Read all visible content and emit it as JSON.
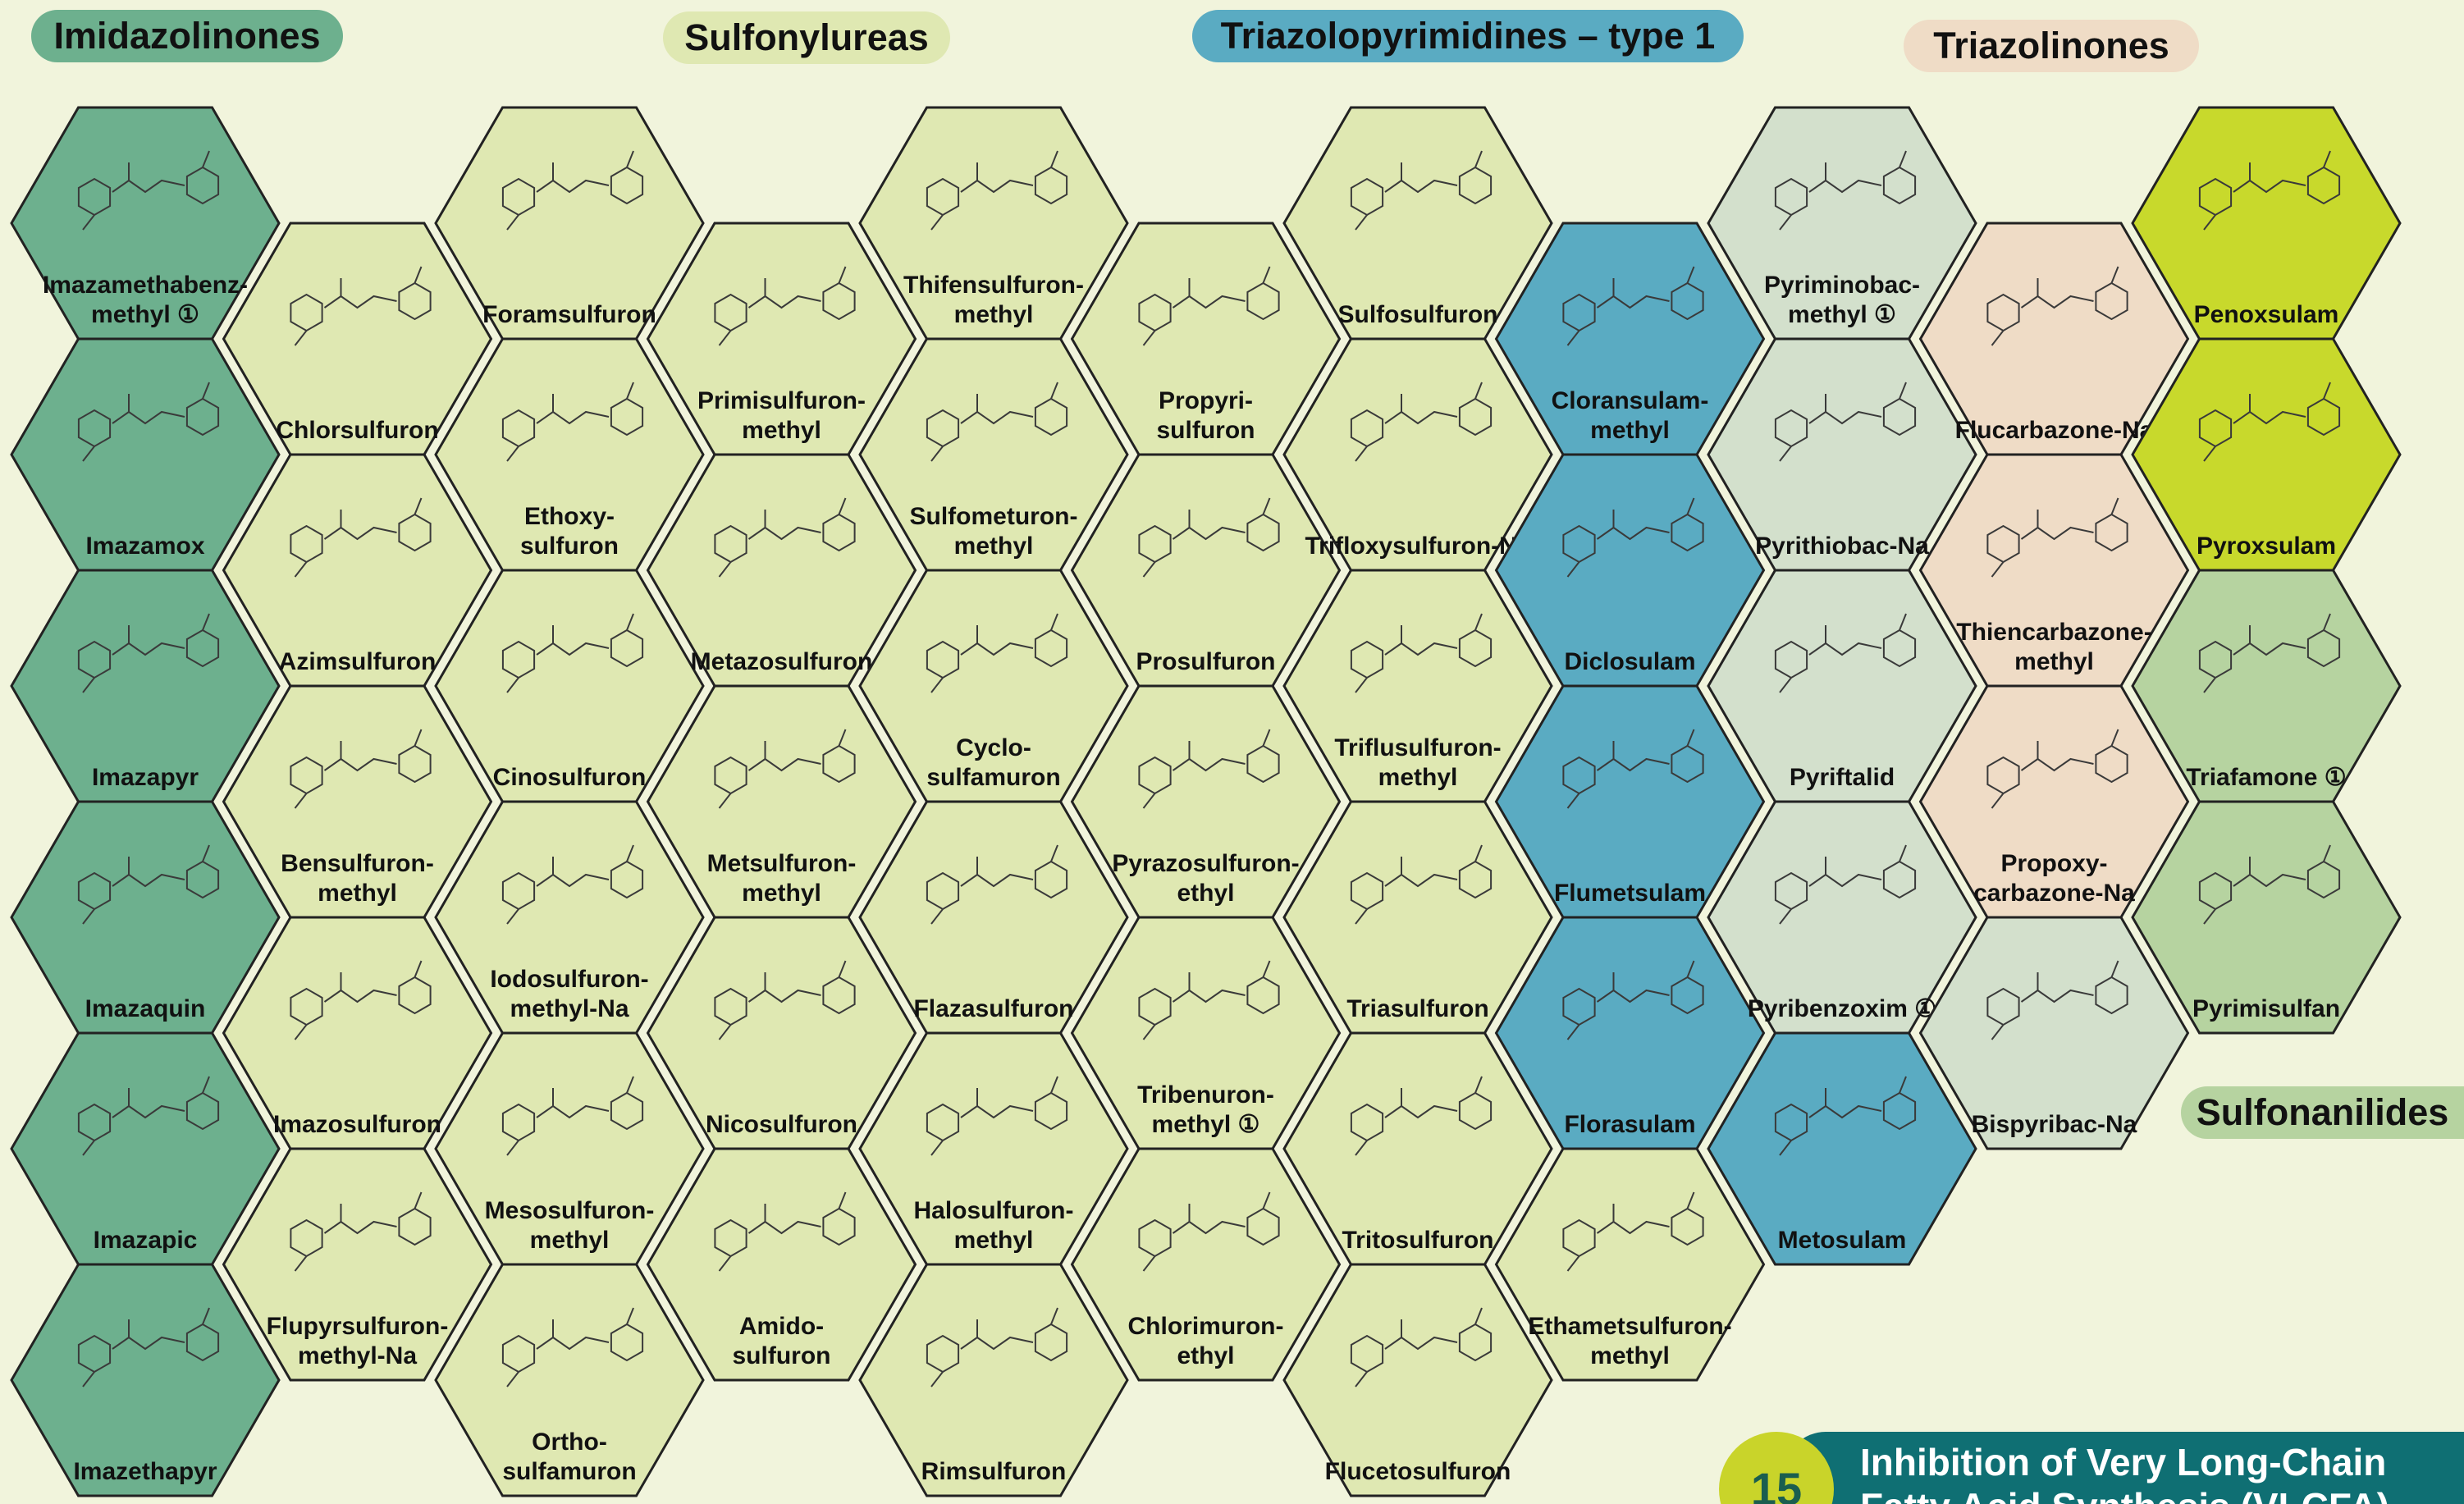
{
  "colors": {
    "background": "#f1f4dc",
    "imidazolinones": "#6db08e",
    "sulfonylureas": "#dfe8b2",
    "triazolopyrimidines": "#5aabc2",
    "pyrimidinyl": "#d3e0cc",
    "triazolinones": "#efdcc6",
    "bright": "#c8d92c",
    "sulfonanilides": "#b6d3a0",
    "outline": "#222222",
    "structure": "#3a3a3a"
  },
  "group_labels": {
    "imidazolinones": "Imidazolinones",
    "sulfonylureas": "Sulfonylureas",
    "triazolopyrimidines": "Triazolopyrimidines – type 1",
    "triazolinones": "Triazolinones",
    "sulfonanilides": "Sulfonanilides"
  },
  "note_marker": "①",
  "columns": [
    {
      "group": "imidazolinones",
      "cells": [
        {
          "name": [
            "Imazamethabenz-",
            "methyl ①"
          ]
        },
        {
          "name": [
            "Imazamox"
          ]
        },
        {
          "name": [
            "Imazapyr"
          ]
        },
        {
          "name": [
            "Imazaquin"
          ]
        },
        {
          "name": [
            "Imazapic"
          ]
        },
        {
          "name": [
            "Imazethapyr"
          ]
        }
      ]
    },
    {
      "group": "sulfonylureas",
      "cells": [
        {
          "name": [
            "Chlorsulfuron"
          ]
        },
        {
          "name": [
            "Azimsulfuron"
          ]
        },
        {
          "name": [
            "Bensulfuron-",
            "methyl"
          ]
        },
        {
          "name": [
            "Imazosulfuron"
          ]
        },
        {
          "name": [
            "Flupyrsulfuron-",
            "methyl-Na"
          ]
        }
      ]
    },
    {
      "group": "sulfonylureas",
      "cells": [
        {
          "name": [
            "Foramsulfuron"
          ]
        },
        {
          "name": [
            "Ethoxy-",
            "sulfuron"
          ]
        },
        {
          "name": [
            "Cinosulfuron"
          ]
        },
        {
          "name": [
            "Iodosulfuron-",
            "methyl-Na"
          ]
        },
        {
          "name": [
            "Mesosulfuron-",
            "methyl"
          ]
        },
        {
          "name": [
            "Ortho-",
            "sulfamuron"
          ]
        }
      ]
    },
    {
      "group": "sulfonylureas",
      "cells": [
        {
          "name": [
            "Primisulfuron-",
            "methyl"
          ]
        },
        {
          "name": [
            "Metazosulfuron"
          ]
        },
        {
          "name": [
            "Metsulfuron-",
            "methyl"
          ]
        },
        {
          "name": [
            "Nicosulfuron"
          ]
        },
        {
          "name": [
            "Amido-",
            "sulfuron"
          ]
        }
      ]
    },
    {
      "group": "sulfonylureas",
      "cells": [
        {
          "name": [
            "Thifensulfuron-",
            "methyl"
          ]
        },
        {
          "name": [
            "Sulfometuron-",
            "methyl"
          ]
        },
        {
          "name": [
            "Cyclo-",
            "sulfamuron"
          ]
        },
        {
          "name": [
            "Flazasulfuron"
          ]
        },
        {
          "name": [
            "Halosulfuron-",
            "methyl"
          ]
        },
        {
          "name": [
            "Rimsulfuron"
          ]
        }
      ]
    },
    {
      "group": "sulfonylureas",
      "cells": [
        {
          "name": [
            "Propyri-",
            "sulfuron"
          ]
        },
        {
          "name": [
            "Prosulfuron"
          ]
        },
        {
          "name": [
            "Pyrazosulfuron-",
            "ethyl"
          ]
        },
        {
          "name": [
            "Tribenuron-",
            "methyl ①"
          ]
        },
        {
          "name": [
            "Chlorimuron-",
            "ethyl"
          ]
        }
      ]
    },
    {
      "group": "sulfonylureas",
      "cells": [
        {
          "name": [
            "Sulfosulfuron"
          ]
        },
        {
          "name": [
            "Trifloxysulfuron-Na"
          ]
        },
        {
          "name": [
            "Triflusulfuron-",
            "methyl"
          ]
        },
        {
          "name": [
            "Triasulfuron"
          ]
        },
        {
          "name": [
            "Tritosulfuron"
          ]
        },
        {
          "name": [
            "Flucetosulfuron"
          ]
        }
      ]
    },
    {
      "group": "mixed7",
      "cells": [
        {
          "name": [
            "Cloransulam-",
            "methyl"
          ],
          "color": "triazolopyrimidines"
        },
        {
          "name": [
            "Diclosulam"
          ],
          "color": "triazolopyrimidines"
        },
        {
          "name": [
            "Flumetsulam"
          ],
          "color": "triazolopyrimidines"
        },
        {
          "name": [
            "Florasulam"
          ],
          "color": "triazolopyrimidines"
        },
        {
          "name": [
            "Ethametsulfuron-",
            "methyl"
          ],
          "color": "sulfonylureas"
        }
      ]
    },
    {
      "group": "mixed8",
      "cells": [
        {
          "name": [
            "Pyriminobac-",
            "methyl ①"
          ],
          "color": "pyrimidinyl"
        },
        {
          "name": [
            "Pyrithiobac-Na"
          ],
          "color": "pyrimidinyl"
        },
        {
          "name": [
            "Pyriftalid"
          ],
          "color": "pyrimidinyl"
        },
        {
          "name": [
            "Pyribenzoxim ①"
          ],
          "color": "pyrimidinyl"
        },
        {
          "name": [
            "Metosulam"
          ],
          "color": "triazolopyrimidines"
        }
      ]
    },
    {
      "group": "mixed9",
      "cells": [
        {
          "name": [
            "Flucarbazone-Na"
          ],
          "color": "triazolinones"
        },
        {
          "name": [
            "Thiencarbazone-",
            "methyl"
          ],
          "color": "triazolinones"
        },
        {
          "name": [
            "Propoxy-",
            "carbazone-Na"
          ],
          "color": "triazolinones"
        },
        {
          "name": [
            "Bispyribac-Na"
          ],
          "color": "pyrimidinyl"
        }
      ]
    },
    {
      "group": "mixed10",
      "cells": [
        {
          "name": [
            "Penoxsulam"
          ],
          "color": "bright"
        },
        {
          "name": [
            "Pyroxsulam"
          ],
          "color": "bright"
        },
        {
          "name": [
            "Triafamone ①"
          ],
          "color": "sulfonanilides"
        },
        {
          "name": [
            "Pyrimisulfan"
          ],
          "color": "sulfonanilides"
        }
      ]
    }
  ],
  "footer": {
    "number": "15",
    "title_line1": "Inhibition of Very Long-Chain",
    "title_line2": "Fatty Acid Synthesis (VLCFA)"
  }
}
